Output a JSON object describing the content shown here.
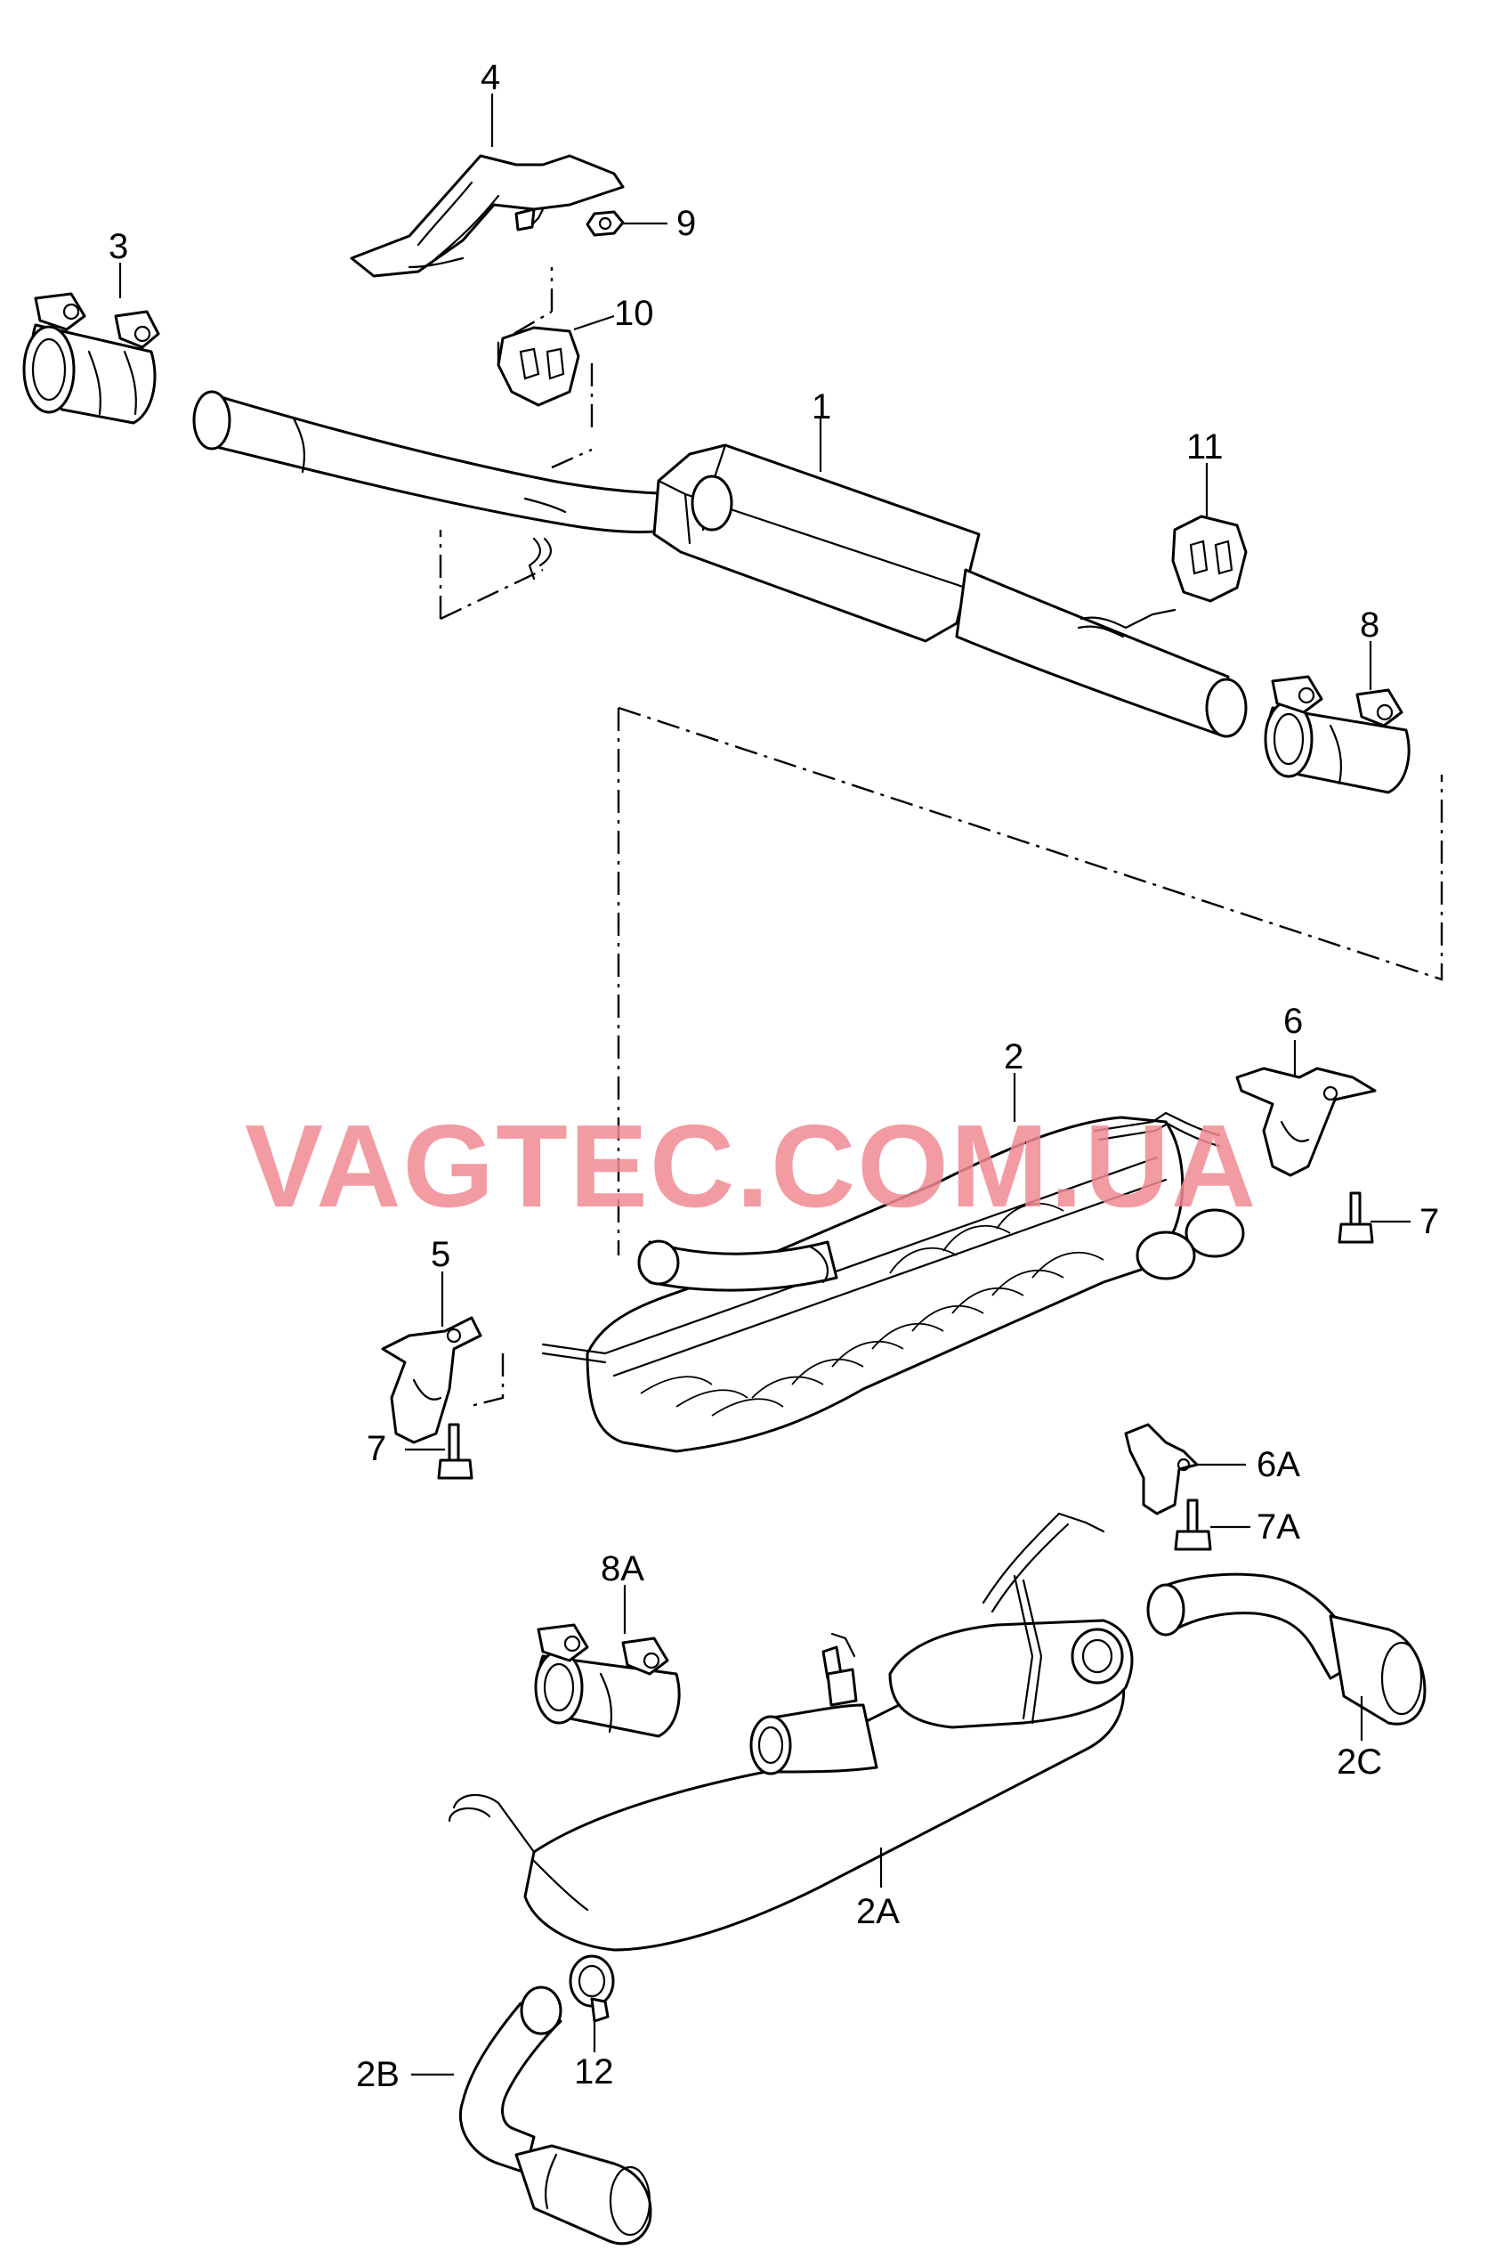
{
  "watermark": "VAGTEC.COM.UA",
  "watermark_color": "#f08a93",
  "labels": {
    "l1": "1",
    "l2": "2",
    "l2a": "2A",
    "l2b": "2B",
    "l2c": "2C",
    "l3": "3",
    "l4": "4",
    "l5": "5",
    "l6": "6",
    "l6a": "6A",
    "l7_right": "7",
    "l7_left": "7",
    "l7a": "7A",
    "l8": "8",
    "l8a": "8A",
    "l9": "9",
    "l10": "10",
    "l11": "11",
    "l12": "12"
  }
}
